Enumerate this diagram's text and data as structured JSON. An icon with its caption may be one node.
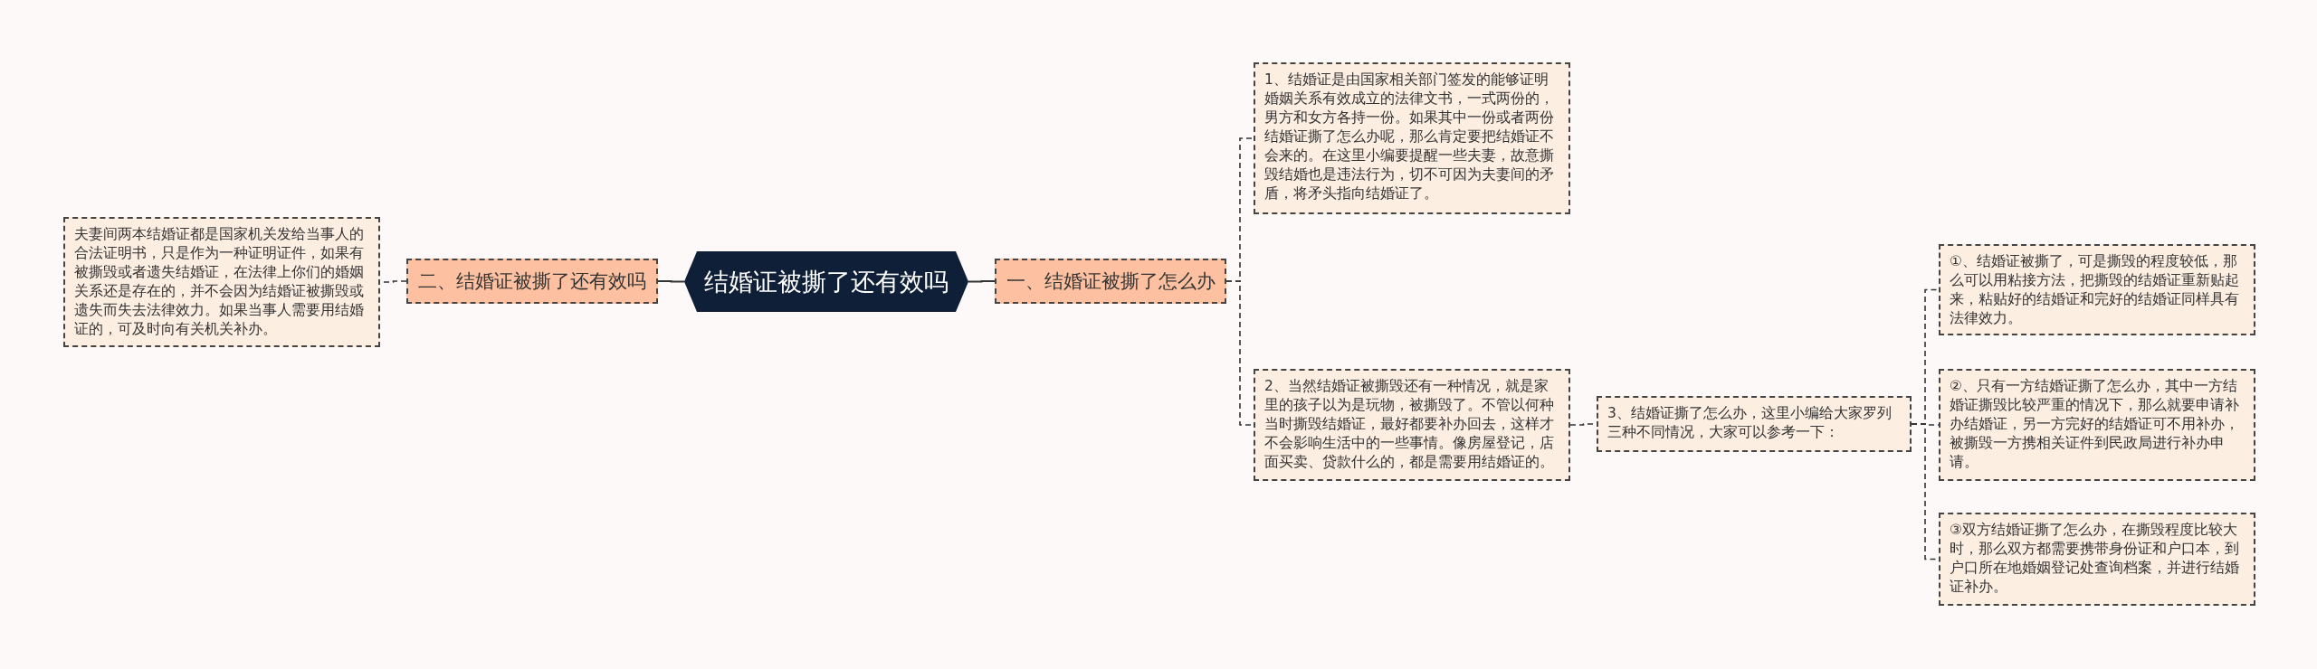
{
  "diagram": {
    "nodes": [
      {
        "text": [
          "结婚证被撕了还有效吗"
        ]
      },
      {
        "text": [
          "一、结婚证被撕了怎么办"
        ]
      },
      {
        "text": [
          "1、结婚证是由国家相关部门签发的能够证明婚姻关系有效成立的法律文书，一式两份的，男方和女方各持一份。如果其中一份或者两份结婚证撕了怎么办呢，那么肯定要把结婚证不会来的。在这里小编要提醒一些夫妻，故意撕毁结婚也是违法行为，切不可因为夫妻间的矛盾，将矛头指向结婚证了。"
        ]
      },
      {
        "text": [
          "2、当然结婚证被撕毁还有一种情况，就是家里的孩子以为是玩物，被撕毁了。不管以何种当时撕毁结婚证，最好都要补办回去，这样才不会影响生活中的一些事情。像房屋登记，店面买卖、贷款什么的，都是需要用结婚证的。"
        ]
      },
      {
        "text": [
          "3、结婚证撕了怎么办，这里小编给大家罗列三种不同情况，大家可以参考一下："
        ]
      },
      {
        "text": [
          "①、结婚证被撕了，可是撕毁的程度较低，那么可以用粘接方法，把撕毁的结婚证重新贴起来，粘贴好的结婚证和完好的结婚证同样具有法律效力。"
        ]
      },
      {
        "text": [
          "②、只有一方结婚证撕了怎么办，其中一方结婚证撕毁比较严重的情况下，那么就要申请补办结婚证，另一方完好的结婚证可不用补办，被撕毁一方携相关证件到民政局进行补办申请。"
        ]
      },
      {
        "text": [
          "③双方结婚证撕了怎么办，在撕毁程度比较大时，那么双方都需要携带身份证和户口本，到户口所在地婚姻登记处查询档案，并进行结婚证补办。"
        ]
      },
      {
        "text": [
          "二、结婚证被撕了还有效吗"
        ]
      },
      {
        "text": [
          "夫妻间两本结婚证都是国家机关发给当事人的合法证明书，只是作为一种证明证件，如果有被撕毁或者遗失结婚证，在法律上你们的婚姻关系还是存在的，并不会因为结婚证被撕毁或遗失而失去法律效力。如果当事人需要用结婚证的，可及时向有关机关补办。"
        ]
      }
    ],
    "edges": [
      {
        "from": 0,
        "to": 1,
        "arrow": "none"
      },
      {
        "from": 1,
        "to": 2,
        "arrow": "none",
        "style": "dashed"
      },
      {
        "from": 1,
        "to": 3,
        "arrow": "none",
        "style": "dashed"
      },
      {
        "from": 3,
        "to": 4,
        "arrow": "none",
        "style": "dashed"
      },
      {
        "from": 4,
        "to": 5,
        "arrow": "none",
        "style": "dashed"
      },
      {
        "from": 4,
        "to": 6,
        "arrow": "none",
        "style": "dashed"
      },
      {
        "from": 4,
        "to": 7,
        "arrow": "none",
        "style": "dashed"
      },
      {
        "from": 0,
        "to": 8,
        "arrow": "none"
      },
      {
        "from": 8,
        "to": 9,
        "arrow": "none",
        "style": "dashed"
      }
    ]
  }
}
